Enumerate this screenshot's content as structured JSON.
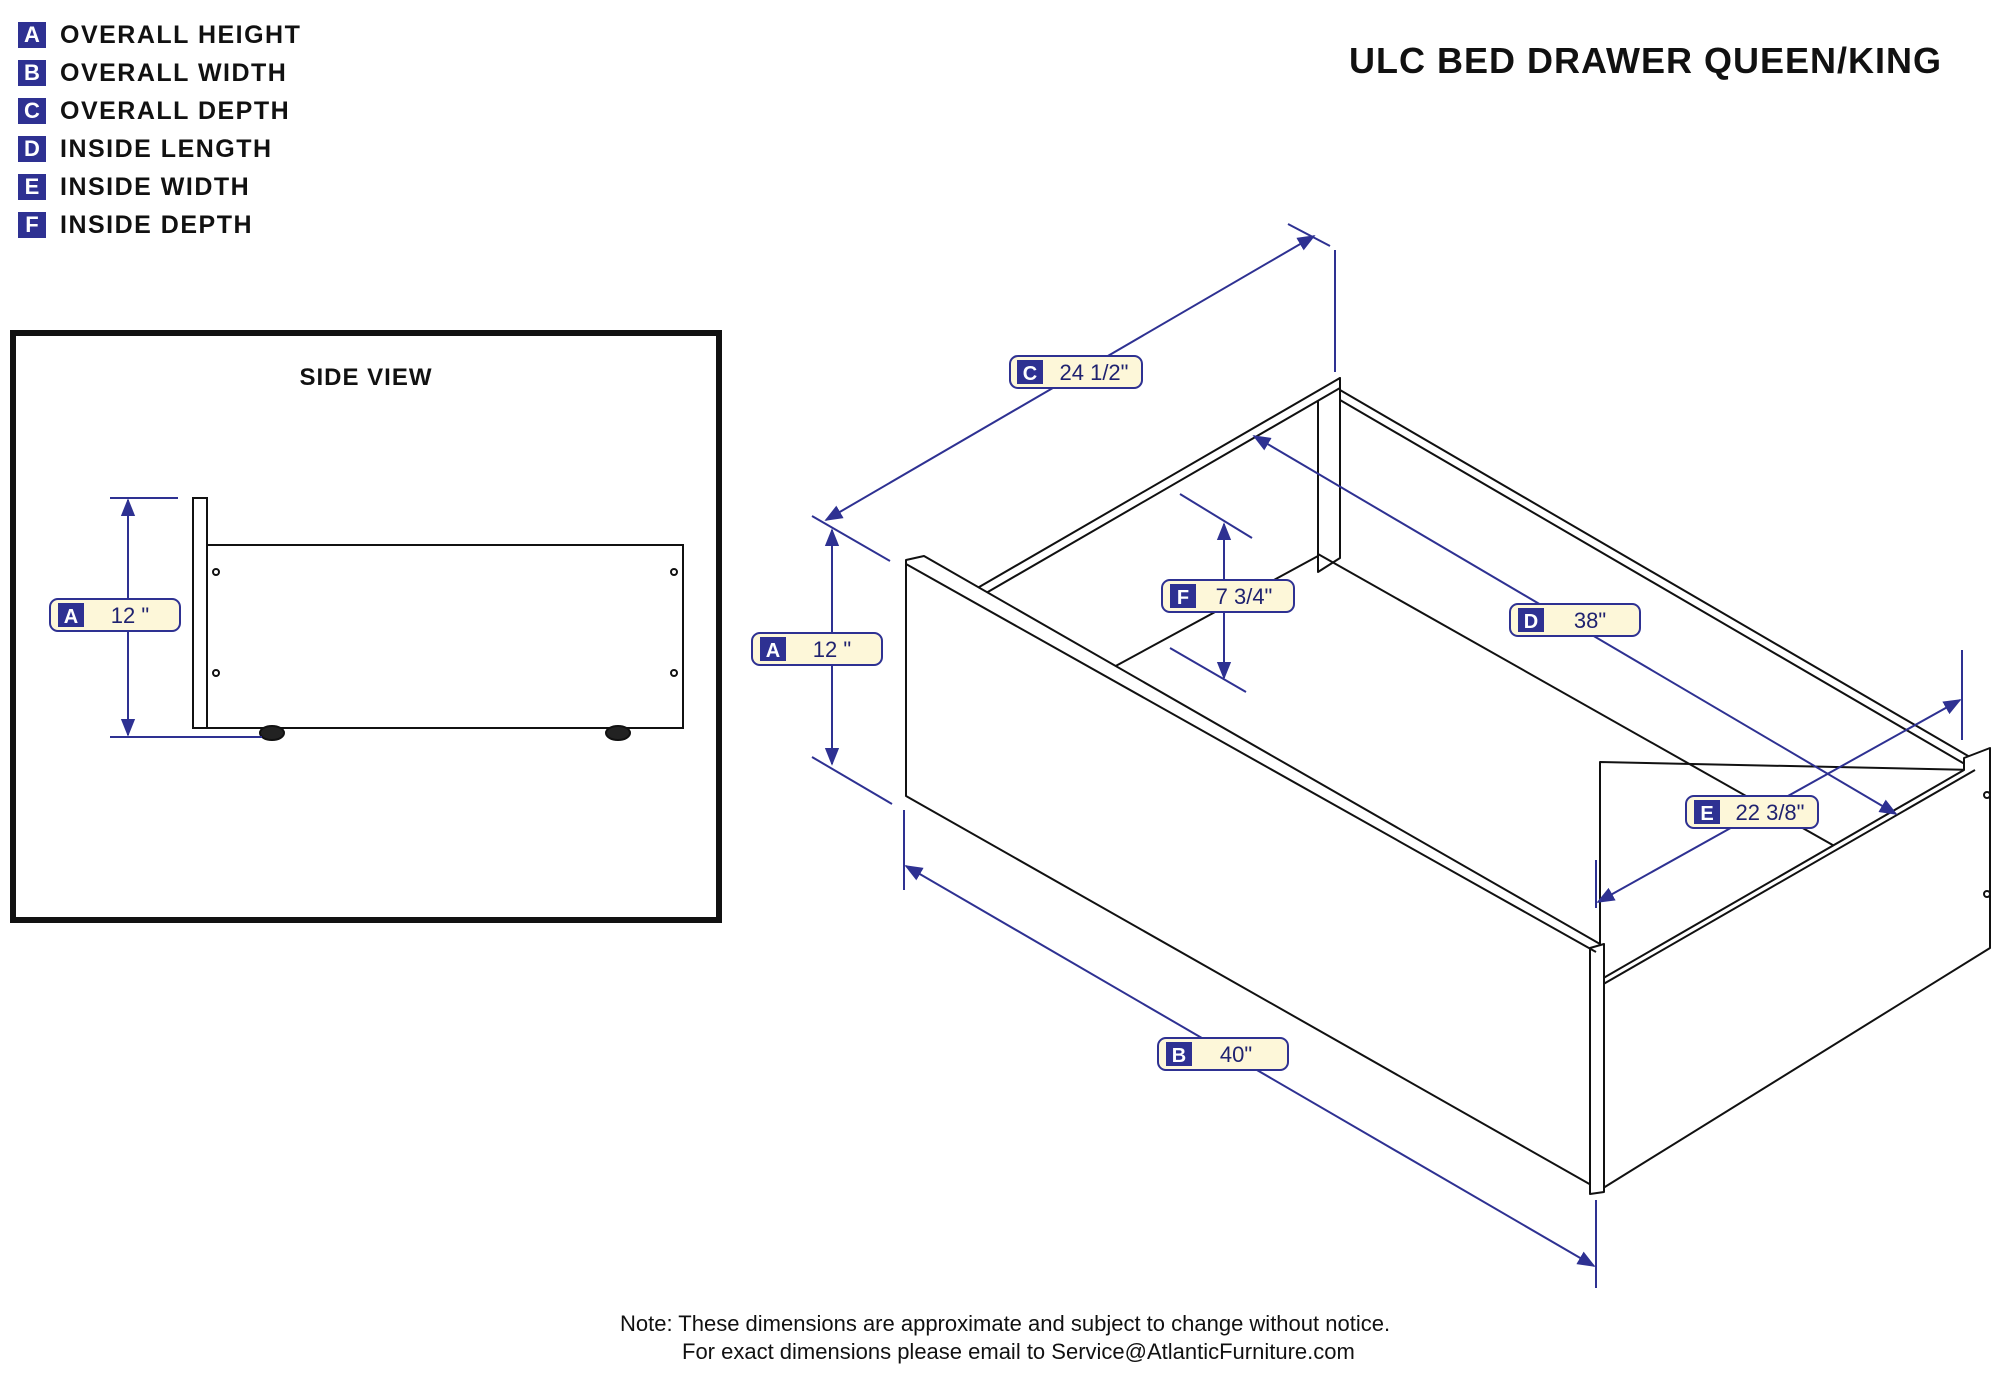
{
  "title": "ULC BED DRAWER QUEEN/KING",
  "legend": [
    {
      "letter": "A",
      "label": "OVERALL HEIGHT"
    },
    {
      "letter": "B",
      "label": "OVERALL WIDTH"
    },
    {
      "letter": "C",
      "label": "OVERALL DEPTH"
    },
    {
      "letter": "D",
      "label": "INSIDE LENGTH"
    },
    {
      "letter": "E",
      "label": "INSIDE WIDTH"
    },
    {
      "letter": "F",
      "label": "INSIDE DEPTH"
    }
  ],
  "side_view": {
    "title": "SIDE VIEW",
    "dimension": {
      "letter": "A",
      "value": "12 \""
    }
  },
  "dimensions": {
    "A": {
      "letter": "A",
      "value": "12 \""
    },
    "B": {
      "letter": "B",
      "value": "40\""
    },
    "C": {
      "letter": "C",
      "value": "24 1/2\""
    },
    "D": {
      "letter": "D",
      "value": "38\""
    },
    "E": {
      "letter": "E",
      "value": "22 3/8\""
    },
    "F": {
      "letter": "F",
      "value": "7 3/4\""
    }
  },
  "note": {
    "line1": "Note:  These dimensions are approximate and subject to change without notice.",
    "line2": "For exact dimensions please email to Service@AtlanticFurniture.com"
  },
  "colors": {
    "accent": "#2e3192",
    "label_fill": "#fdf7d9",
    "line": "#111111"
  }
}
